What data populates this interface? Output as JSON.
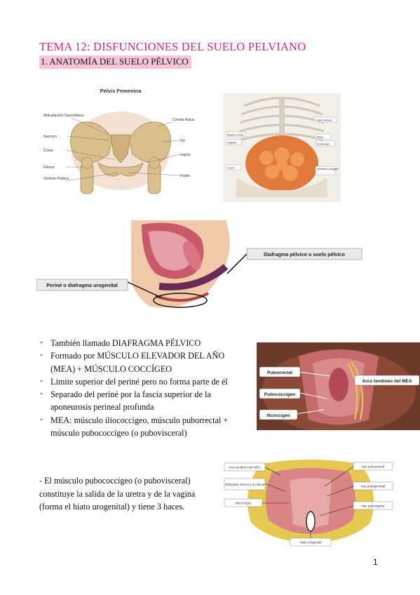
{
  "header": {
    "title": "TEMA 12: DISFUNCIONES DEL SUELO PELVIANO",
    "section": "1. ANATOMÍA DEL SUELO PÉLVICO"
  },
  "fig_pelvis": {
    "title": "Pelvis Femenina",
    "labels": [
      "Articulación Sacroilíaca",
      "Sacrum",
      "Coxis",
      "Fémur",
      "Sínfisis Púbica",
      "Cresta ilíaca",
      "Ilio",
      "Isquio",
      "Pubis"
    ]
  },
  "fig_abdomen": {
    "labels": [
      "Caja torácica",
      "Banda costal",
      "Hígado",
      "Bazo",
      "Estómago",
      "Colon",
      "Intestino delgado"
    ]
  },
  "fig_sagittal": {
    "callout_right": "Diafragma pélvico o suelo pélvico",
    "callout_left": "Periné o diafragma urogenital"
  },
  "bullets": [
    "También llamado DIAFRAGMA PÉLVICO",
    "Formado por MÚSCULO ELEVADOR DEL AÑO (MEA) + MÚSCULO COCCÍGEO",
    "Límite superior del periné pero no forma parte de él",
    "Separado del periné por la fascia superior de la aponeurosis perineal profunda",
    "MEA: músculo iliococcígeo, músculo puborrectal + músculo pubococcígeo (o pubovisceral)"
  ],
  "fig_mea": {
    "labels": [
      "Puborrectal",
      "Pubococcígeo",
      "Ilicoccígeo",
      "Arco tendíneo del MEA"
    ]
  },
  "paragraph": "- El músculo pubococcígeo (o pubovisceral) constituye la salida de la uretra y de la vagina (forma el hiato urogenital) y tiene 3 haces.",
  "fig_haces": {
    "labels_left": [
      "Arco tendíneo del MEA",
      "Obturador interno y su fascia",
      "Iliococcígeo"
    ],
    "labels_right": [
      "Haz pubovesical",
      "Haz puboperineal",
      "Haz pubovaginal"
    ],
    "label_bottom": "Hiato urogenital"
  },
  "page_number": "1"
}
